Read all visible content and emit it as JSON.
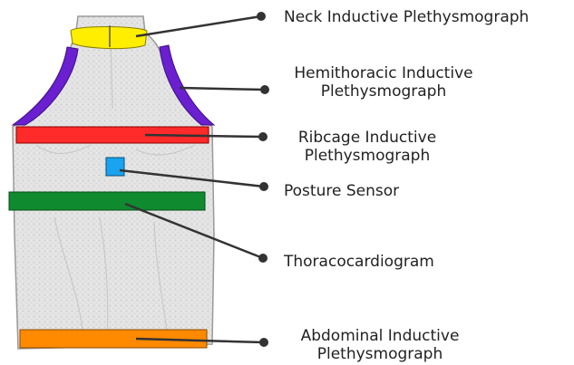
{
  "colors": {
    "garment": "#e3e3e3",
    "garment_outline": "#9a9a9a",
    "neck_band": "#ffee00",
    "hemithoracic_bands": "#6a1fd1",
    "ribcage_band": "#ff2a2a",
    "posture_sensor": "#1aa3ee",
    "thoracocardiogram_band": "#0f8a2e",
    "abdominal_band": "#ff8a00",
    "leader_line": "#333333"
  },
  "labels": {
    "neck": {
      "line1": "Neck Inductive Plethysmograph"
    },
    "hemithoracic": {
      "line1": "Hemithoracic Inductive",
      "line2": "Plethysmograph"
    },
    "ribcage": {
      "line1": "Ribcage Inductive",
      "line2": "Plethysmograph"
    },
    "posture": {
      "line1": "Posture Sensor"
    },
    "thoracocardiogram": {
      "line1": "Thoracocardiogram"
    },
    "abdominal": {
      "line1": "Abdominal Inductive",
      "line2": "Plethysmograph"
    }
  }
}
